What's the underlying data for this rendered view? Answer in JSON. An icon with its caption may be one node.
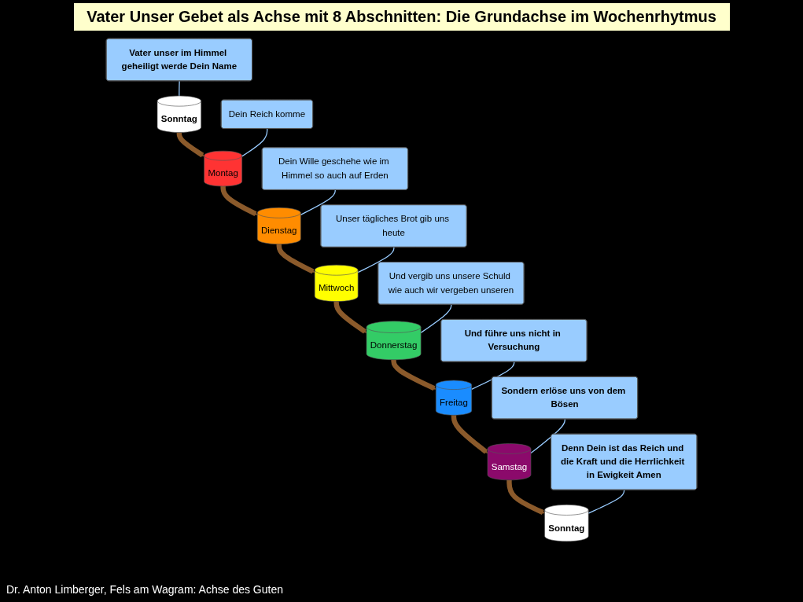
{
  "diagram": {
    "title": "Vater Unser Gebet als Achse mit 8 Abschnitten: Die Grundachse im Wochenrhytmus",
    "caption": "Dr. Anton Limberger, Fels am Wagram: Achse des Guten",
    "nodes": [
      {
        "text": [
          "Sonntag"
        ]
      },
      {
        "text": [
          "Montag"
        ]
      },
      {
        "text": [
          "Dienstag"
        ]
      },
      {
        "text": [
          "Mittwoch"
        ]
      },
      {
        "text": [
          "Donnerstag"
        ]
      },
      {
        "text": [
          "Freitag"
        ]
      },
      {
        "text": [
          "Samstag"
        ]
      },
      {
        "text": [
          "Sonntag"
        ]
      },
      {
        "text": [
          "Vater unser im Himmel geheiligt werde Dein Name"
        ]
      },
      {
        "text": [
          "Dein Reich komme"
        ]
      },
      {
        "text": [
          "Dein Wille geschehe wie im Himmel so auch auf Erden"
        ]
      },
      {
        "text": [
          "Unser tägliches Brot gib uns heute"
        ]
      },
      {
        "text": [
          "Und vergib uns unsere Schuld wie auch wir vergeben unseren"
        ]
      },
      {
        "text": [
          "Und führe uns nicht in Versuchung"
        ]
      },
      {
        "text": [
          "Sondern erlöse uns von dem Bösen"
        ]
      },
      {
        "text": [
          "Denn Dein ist das Reich und die Kraft und die Herrlichkeit in Ewigkeit Amen"
        ]
      }
    ],
    "edges": [
      {
        "from": 0,
        "to": 1,
        "arrow": "to",
        "style": "thick",
        "color": "#8b5a2b"
      },
      {
        "from": 1,
        "to": 2,
        "arrow": "to",
        "style": "thick",
        "color": "#8b5a2b"
      },
      {
        "from": 2,
        "to": 3,
        "arrow": "to",
        "style": "thick",
        "color": "#8b5a2b"
      },
      {
        "from": 3,
        "to": 4,
        "arrow": "to",
        "style": "thick",
        "color": "#8b5a2b"
      },
      {
        "from": 4,
        "to": 5,
        "arrow": "to",
        "style": "thick",
        "color": "#8b5a2b"
      },
      {
        "from": 5,
        "to": 6,
        "arrow": "to",
        "style": "thick",
        "color": "#8b5a2b"
      },
      {
        "from": 6,
        "to": 7,
        "arrow": "to",
        "style": "thick",
        "color": "#8b5a2b"
      },
      {
        "from": 8,
        "to": 0,
        "arrow": "none"
      },
      {
        "from": 9,
        "to": 1,
        "arrow": "none"
      },
      {
        "from": 10,
        "to": 2,
        "arrow": "none"
      },
      {
        "from": 11,
        "to": 3,
        "arrow": "none"
      },
      {
        "from": 12,
        "to": 4,
        "arrow": "none"
      },
      {
        "from": 13,
        "to": 5,
        "arrow": "none"
      },
      {
        "from": 14,
        "to": 6,
        "arrow": "none"
      },
      {
        "from": 15,
        "to": 7,
        "arrow": "none"
      }
    ]
  }
}
